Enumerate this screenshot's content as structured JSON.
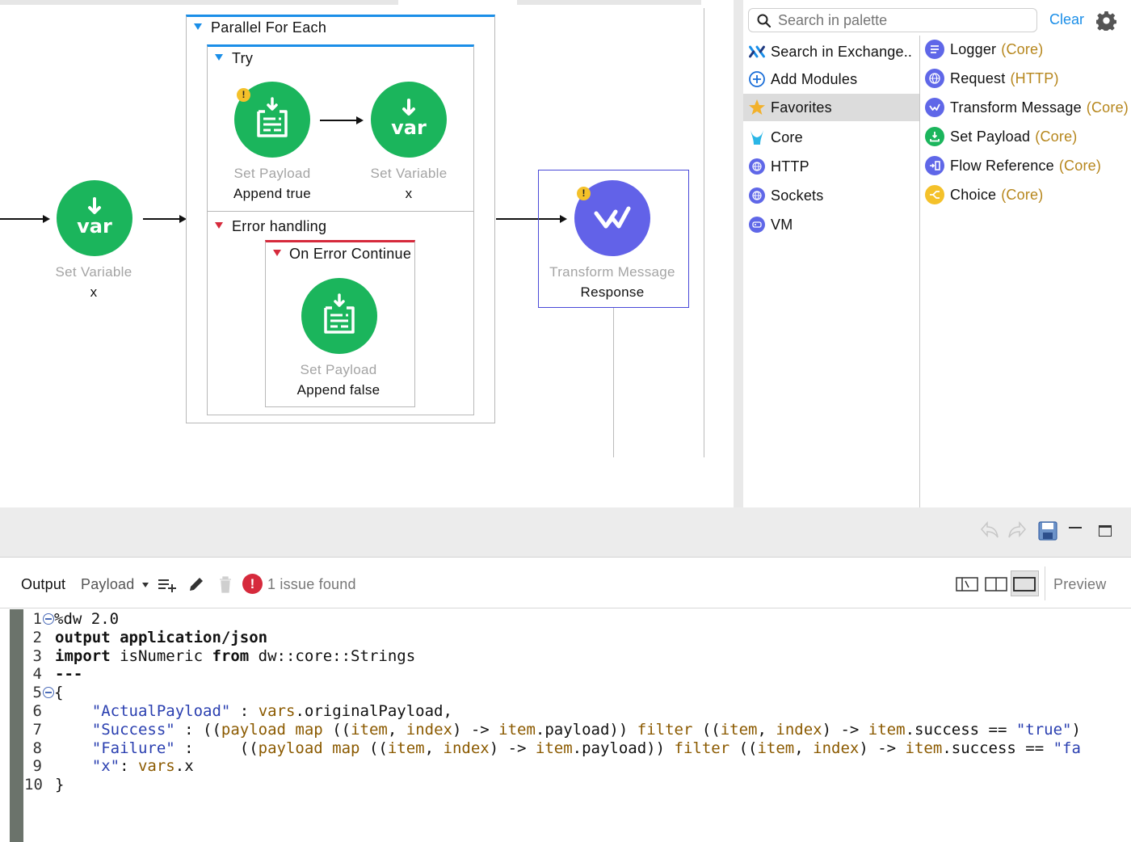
{
  "canvas": {
    "parallel_scope_title": "Parallel For Each",
    "try_scope_title": "Try",
    "error_handling_title": "Error handling",
    "on_error_title": "On Error Continue",
    "components": [
      {
        "type": "Set Variable",
        "name": "x"
      },
      {
        "type": "Set Payload",
        "name": "Append true"
      },
      {
        "type": "Set Variable",
        "name": "x"
      },
      {
        "type": "Set Payload",
        "name": "Append false"
      },
      {
        "type": "Transform Message",
        "name": "Response"
      }
    ],
    "var_icon_text": "var",
    "warning_mark": "!"
  },
  "palette": {
    "search_placeholder": "Search in palette",
    "clear_label": "Clear",
    "modules": [
      {
        "label": "Search in Exchange..",
        "icon": "exchange-icon"
      },
      {
        "label": "Add Modules",
        "icon": "plus-circle-icon"
      },
      {
        "label": "Favorites",
        "icon": "star-icon",
        "selected": true
      },
      {
        "label": "Core",
        "icon": "core-icon"
      },
      {
        "label": "HTTP",
        "icon": "globe-icon"
      },
      {
        "label": "Sockets",
        "icon": "globe-icon"
      },
      {
        "label": "VM",
        "icon": "vm-icon"
      }
    ],
    "operations": [
      {
        "label": "Logger",
        "module": "(Core)",
        "icon": "logger-icon",
        "color": "#5f67e8"
      },
      {
        "label": "Request",
        "module": "(HTTP)",
        "icon": "request-icon",
        "color": "#5f67e8"
      },
      {
        "label": "Transform Message",
        "module": "(Core)",
        "icon": "transform-icon",
        "color": "#5f67e8"
      },
      {
        "label": "Set Payload",
        "module": "(Core)",
        "icon": "set-payload-icon",
        "color": "#1bb55c"
      },
      {
        "label": "Flow Reference",
        "module": "(Core)",
        "icon": "flow-reference-icon",
        "color": "#5f67e8"
      },
      {
        "label": "Choice",
        "module": "(Core)",
        "icon": "choice-icon",
        "color": "#f4c12a"
      }
    ]
  },
  "editor": {
    "output_label": "Output",
    "payload_select": "Payload",
    "issues_text": "1 issue found",
    "preview_label": "Preview",
    "code": [
      {
        "n": "1",
        "fold": true,
        "parts": [
          [
            "plain",
            "%dw 2.0"
          ]
        ]
      },
      {
        "n": "2",
        "fold": false,
        "parts": [
          [
            "kw",
            "output application/json"
          ]
        ]
      },
      {
        "n": "3",
        "fold": false,
        "parts": [
          [
            "kw",
            "import "
          ],
          [
            "plain",
            "isNumeric "
          ],
          [
            "kw",
            "from "
          ],
          [
            "plain",
            "dw::core::Strings"
          ]
        ]
      },
      {
        "n": "4",
        "fold": false,
        "parts": [
          [
            "kw",
            "---"
          ]
        ]
      },
      {
        "n": "5",
        "fold": true,
        "parts": [
          [
            "plain",
            "{"
          ]
        ]
      },
      {
        "n": "6",
        "fold": false,
        "parts": [
          [
            "plain",
            "    "
          ],
          [
            "str",
            "\"ActualPayload\""
          ],
          [
            "plain",
            " : "
          ],
          [
            "var",
            "vars"
          ],
          [
            "plain",
            ".originalPayload,"
          ]
        ]
      },
      {
        "n": "7",
        "fold": false,
        "parts": [
          [
            "plain",
            "    "
          ],
          [
            "str",
            "\"Success\""
          ],
          [
            "plain",
            " : (("
          ],
          [
            "var",
            "payload map"
          ],
          [
            "plain",
            " (("
          ],
          [
            "var",
            "item"
          ],
          [
            "plain",
            ", "
          ],
          [
            "var",
            "index"
          ],
          [
            "plain",
            ") -> "
          ],
          [
            "var",
            "item"
          ],
          [
            "plain",
            ".payload)) "
          ],
          [
            "var",
            "filter"
          ],
          [
            "plain",
            " (("
          ],
          [
            "var",
            "item"
          ],
          [
            "plain",
            ", "
          ],
          [
            "var",
            "index"
          ],
          [
            "plain",
            ") -> "
          ],
          [
            "var",
            "item"
          ],
          [
            "plain",
            ".success == "
          ],
          [
            "str",
            "\"true\""
          ],
          [
            "plain",
            ")"
          ]
        ]
      },
      {
        "n": "8",
        "fold": false,
        "parts": [
          [
            "plain",
            "    "
          ],
          [
            "str",
            "\"Failure\""
          ],
          [
            "plain",
            " :     (("
          ],
          [
            "var",
            "payload map"
          ],
          [
            "plain",
            " (("
          ],
          [
            "var",
            "item"
          ],
          [
            "plain",
            ", "
          ],
          [
            "var",
            "index"
          ],
          [
            "plain",
            ") -> "
          ],
          [
            "var",
            "item"
          ],
          [
            "plain",
            ".payload)) "
          ],
          [
            "var",
            "filter"
          ],
          [
            "plain",
            " (("
          ],
          [
            "var",
            "item"
          ],
          [
            "plain",
            ", "
          ],
          [
            "var",
            "index"
          ],
          [
            "plain",
            ") -> "
          ],
          [
            "var",
            "item"
          ],
          [
            "plain",
            ".success == "
          ],
          [
            "str",
            "\"fa"
          ]
        ]
      },
      {
        "n": "9",
        "fold": false,
        "parts": [
          [
            "plain",
            "    "
          ],
          [
            "str",
            "\"x\""
          ],
          [
            "plain",
            ": "
          ],
          [
            "var",
            "vars"
          ],
          [
            "plain",
            ".x"
          ]
        ]
      },
      {
        "n": "10",
        "fold": false,
        "parts": [
          [
            "plain",
            "}"
          ]
        ]
      }
    ]
  }
}
